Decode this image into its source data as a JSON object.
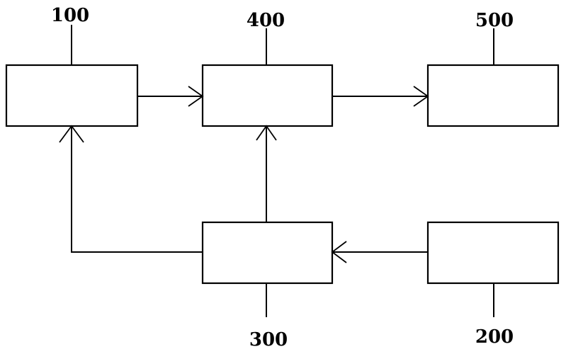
{
  "blocks": [
    {
      "id": "block-100",
      "ref": "100"
    },
    {
      "id": "block-400",
      "ref": "400"
    },
    {
      "id": "block-500",
      "ref": "500"
    },
    {
      "id": "block-300",
      "ref": "300"
    },
    {
      "id": "block-200",
      "ref": "200"
    }
  ],
  "connections": [
    {
      "from": "100",
      "to": "400"
    },
    {
      "from": "400",
      "to": "500"
    },
    {
      "from": "300",
      "to": "400"
    },
    {
      "from": "300",
      "to": "100"
    },
    {
      "from": "200",
      "to": "300"
    }
  ]
}
